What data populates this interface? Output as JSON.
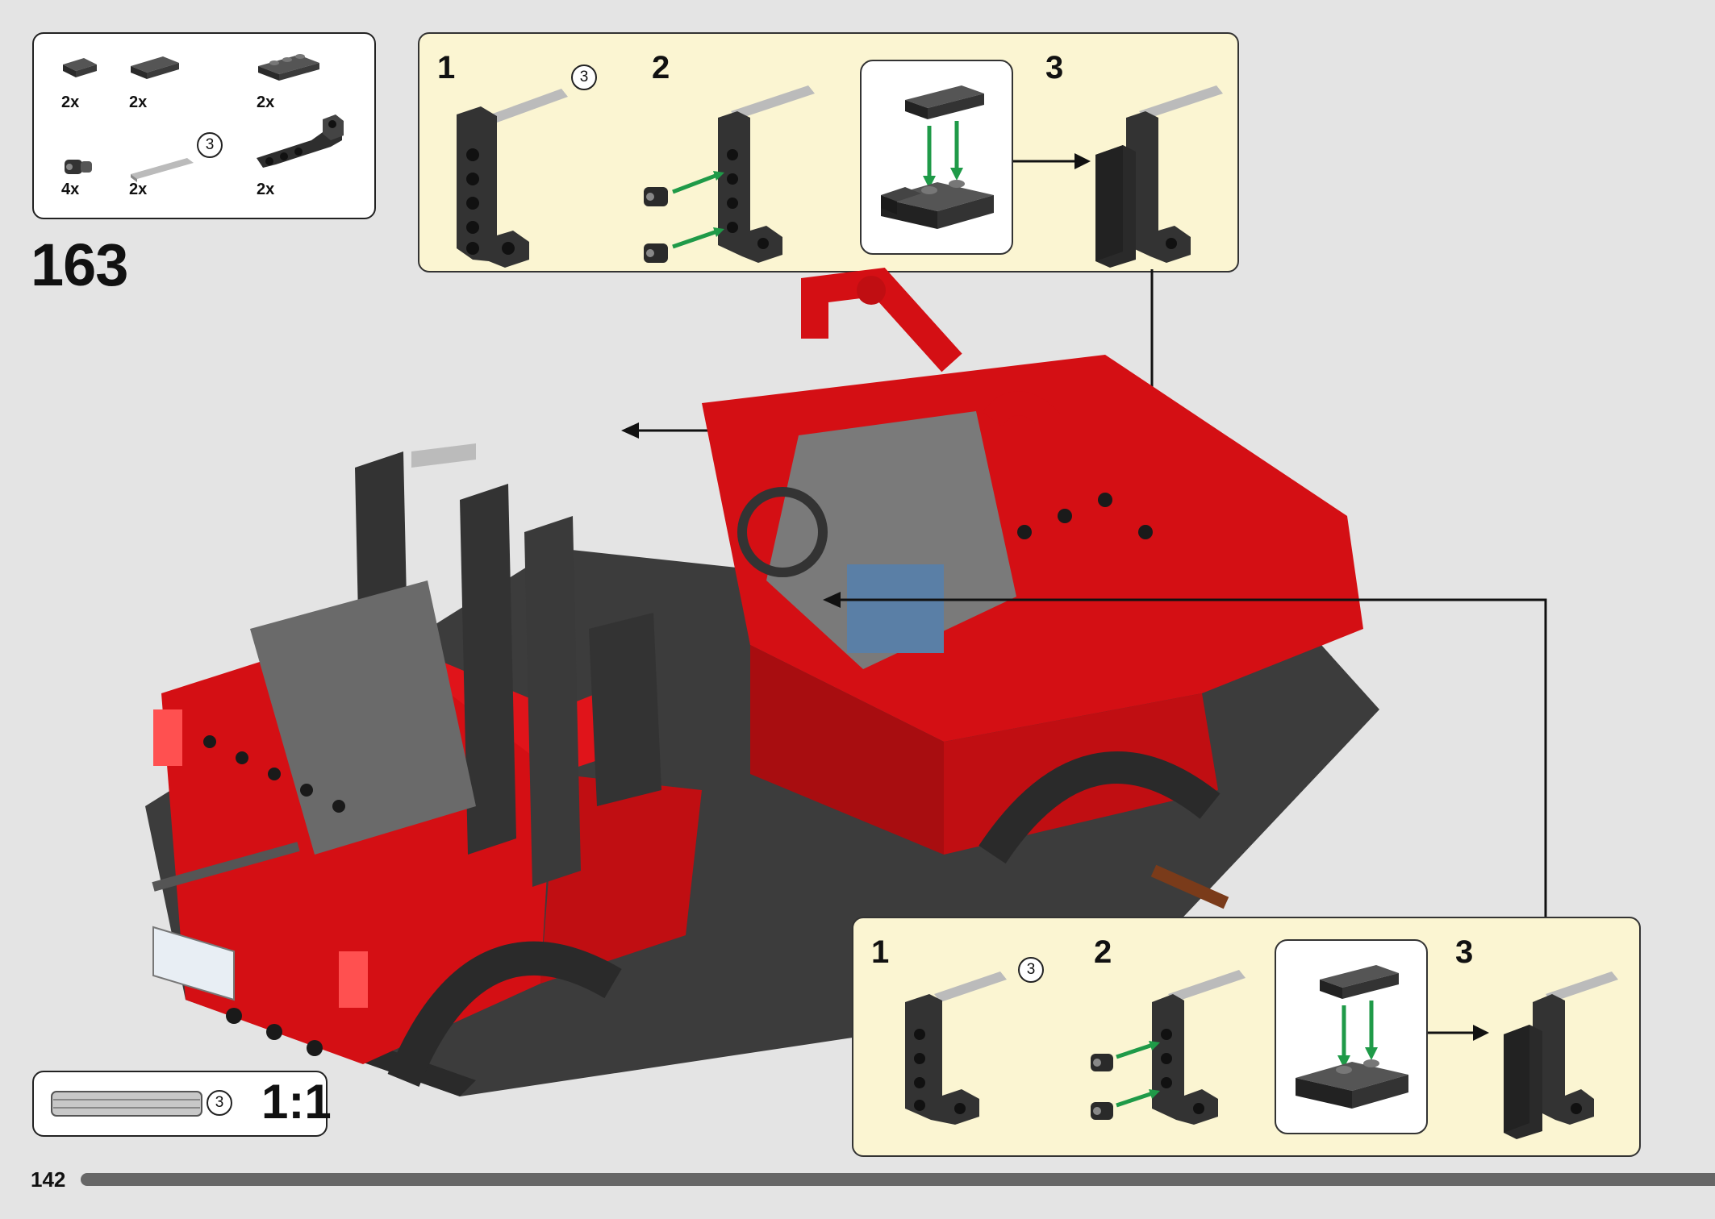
{
  "parts_list": {
    "items": [
      {
        "name": "plate-1x1",
        "qty": "2x"
      },
      {
        "name": "tile-1x2",
        "qty": "2x"
      },
      {
        "name": "plate-1x3",
        "qty": "2x"
      },
      {
        "name": "connector-peg",
        "qty": "4x"
      },
      {
        "name": "axle-3",
        "qty": "2x",
        "size_label": "3"
      },
      {
        "name": "l-beam",
        "qty": "2x"
      }
    ]
  },
  "step": {
    "number": "163"
  },
  "callout_top": {
    "substeps": [
      "1",
      "2",
      "3"
    ],
    "axle_size": "3"
  },
  "callout_bottom": {
    "substeps": [
      "1",
      "2",
      "3"
    ],
    "axle_size": "3"
  },
  "scale_ruler": {
    "axle_size": "3",
    "scale": "1:1"
  },
  "footer": {
    "page_number": "142",
    "progress": 1.0
  },
  "colors": {
    "callout_bg": "#fbf5d2",
    "page_bg": "#e4e4e4",
    "brick_dark": "#3a3a3a",
    "brick_red": "#d40f14",
    "arrow_green": "#1f9a48"
  }
}
